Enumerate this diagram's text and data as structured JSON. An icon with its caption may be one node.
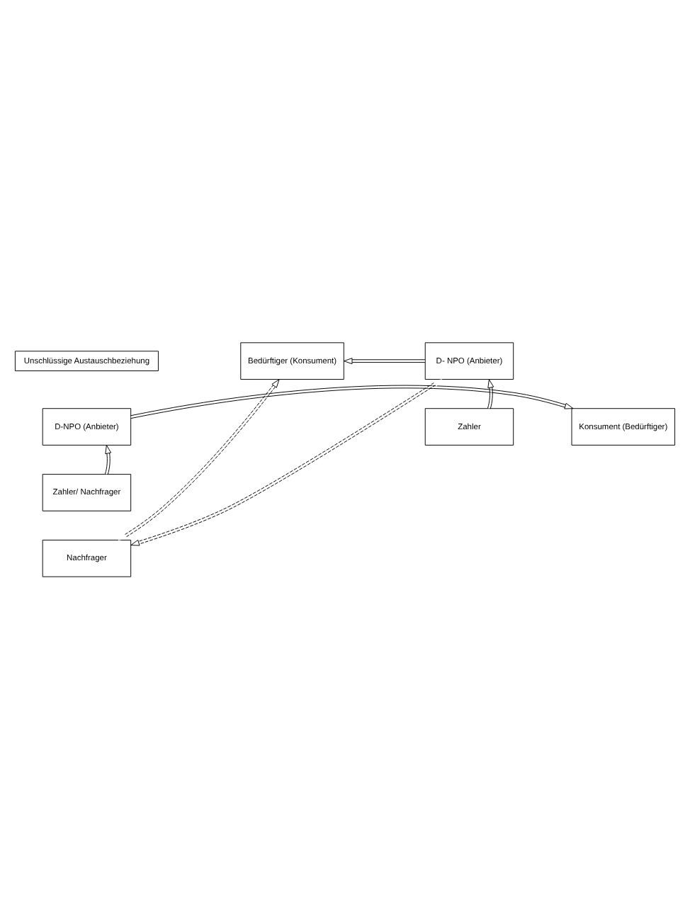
{
  "diagram": {
    "nodes": [
      {
        "text": [
          "Unschlüssige Austauschbeziehung"
        ]
      },
      {
        "text": [
          "D-NPO (Anbieter)"
        ]
      },
      {
        "text": [
          "Konsument (Bedürftiger)"
        ]
      },
      {
        "text": [
          "Zahler/ Nachfrager"
        ]
      },
      {
        "text": [
          "Nachfrager"
        ]
      },
      {
        "text": [
          "D- NPO (Anbieter)"
        ]
      },
      {
        "text": [
          "Bedürftiger (Konsument)"
        ]
      },
      {
        "text": [
          "Zahler"
        ]
      }
    ],
    "edges": [
      {
        "from": 1,
        "to": 2,
        "arrow": "to"
      },
      {
        "from": 3,
        "to": 1,
        "arrow": "to"
      },
      {
        "from": 5,
        "to": 4,
        "arrow": "both",
        "style": "dashed"
      },
      {
        "from": 4,
        "to": 6,
        "arrow": "both",
        "style": "dashed"
      },
      {
        "from": 5,
        "to": 6,
        "arrow": "to"
      },
      {
        "from": 7,
        "to": 5,
        "arrow": "to"
      }
    ]
  }
}
